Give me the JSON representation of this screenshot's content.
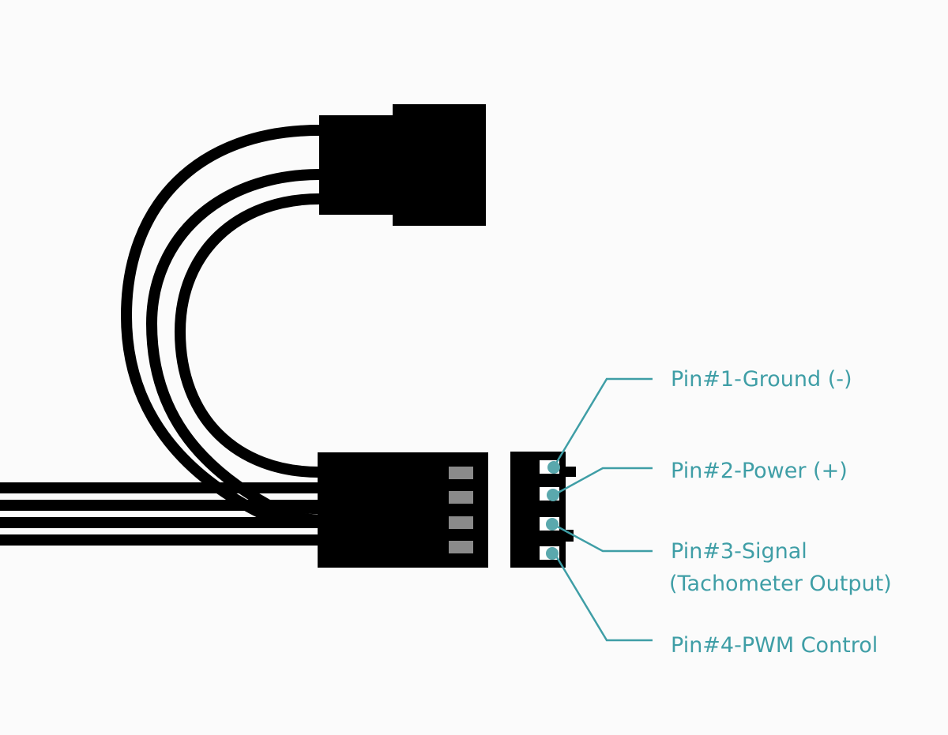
{
  "diagram": {
    "subject": "4-pin PWM fan connector pinout",
    "colors": {
      "cable": "#000000",
      "connector": "#000000",
      "male_pins": "#8a8a8a",
      "sockets": "#ffffff",
      "accent": "#3f9ea6",
      "pin_dot": "#5aa8ad",
      "background": "#fbfbfb"
    },
    "pins": [
      {
        "number": 1,
        "label": "Pin#1-Ground (-)"
      },
      {
        "number": 2,
        "label": "Pin#2-Power (+)"
      },
      {
        "number": 3,
        "label": "Pin#3-Signal",
        "label_line2": "(Tachometer Output)"
      },
      {
        "number": 4,
        "label": "Pin#4-PWM Control"
      }
    ]
  }
}
